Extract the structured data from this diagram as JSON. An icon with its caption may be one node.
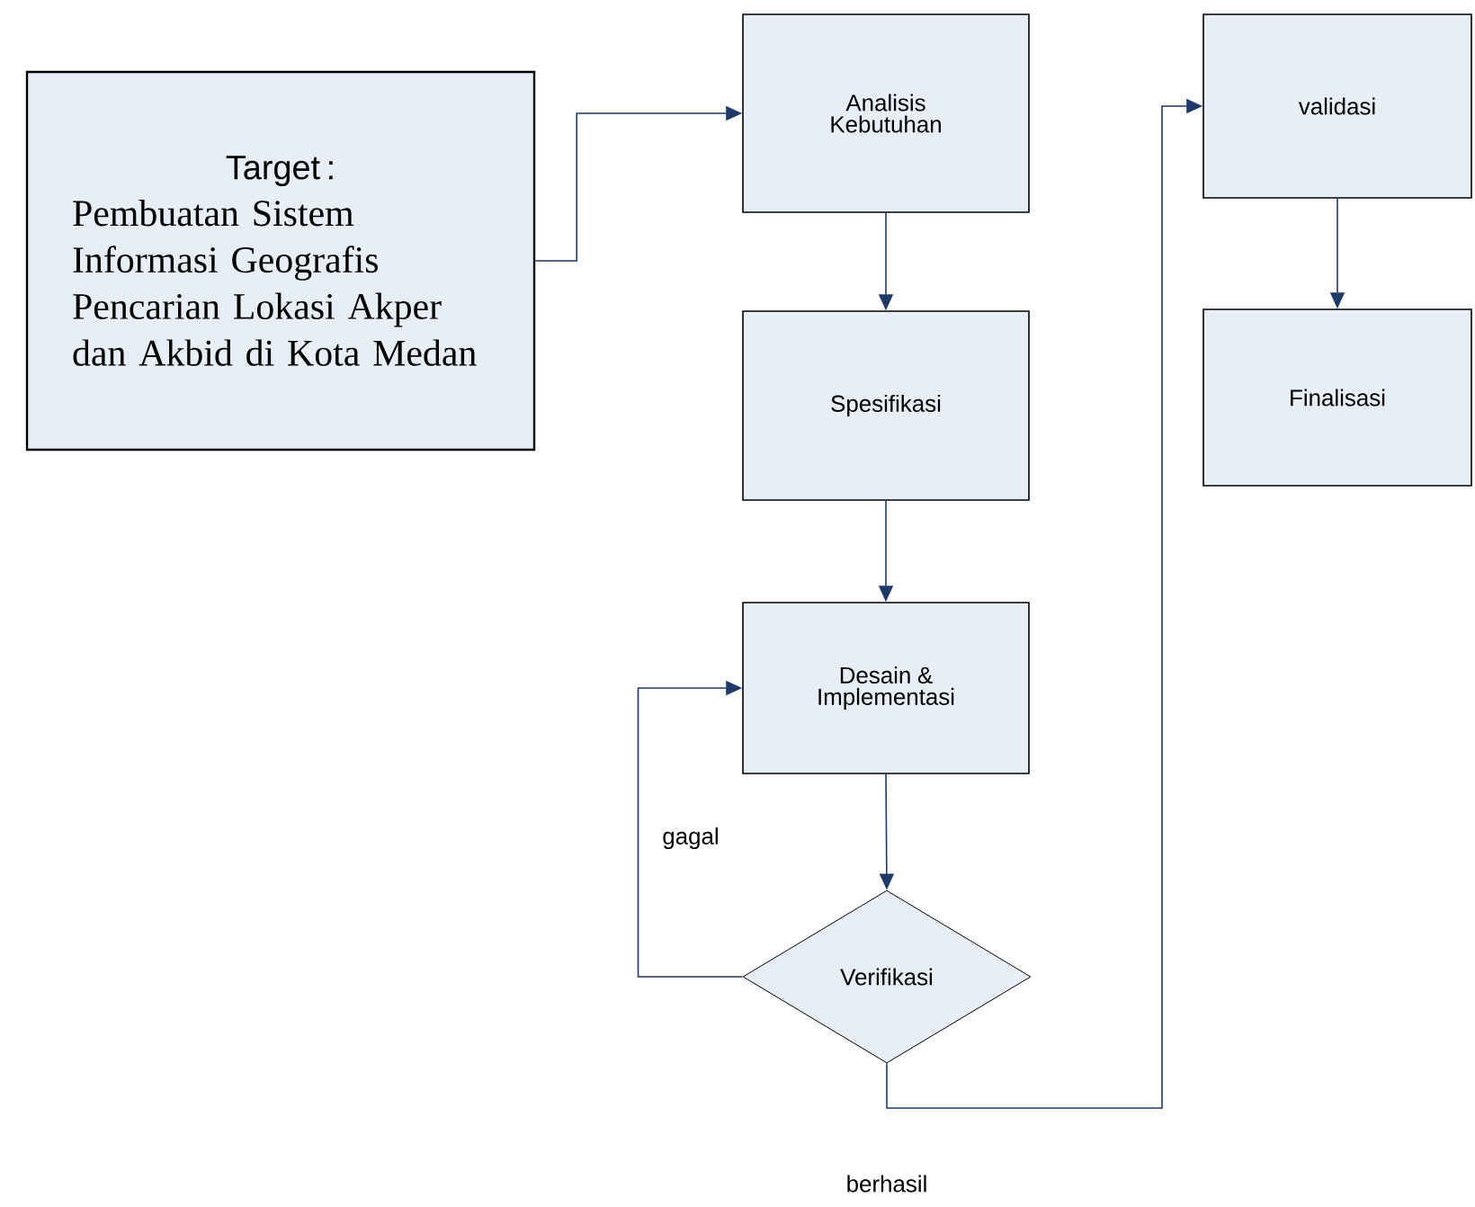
{
  "diagram": {
    "nodes": [
      {
        "text": [
          "Target :",
          "Pembuatan Sistem Informasi Geografis Pencarian Lokasi Akper dan Akbid di Kota Medan"
        ]
      },
      {
        "text": [
          "Analisis Kebutuhan"
        ]
      },
      {
        "text": [
          "Spesifikasi"
        ]
      },
      {
        "text": [
          "Desain & Implementasi"
        ]
      },
      {
        "text": [
          "Verifikasi"
        ]
      },
      {
        "text": [
          "validasi"
        ]
      },
      {
        "text": [
          "Finalisasi"
        ]
      }
    ],
    "edges": [
      {
        "from": 0,
        "to": 1,
        "arrow": "to"
      },
      {
        "from": 1,
        "to": 2,
        "arrow": "to"
      },
      {
        "from": 2,
        "to": 3,
        "arrow": "to"
      },
      {
        "from": 3,
        "to": 4,
        "arrow": "to"
      },
      {
        "from": 4,
        "to": 3,
        "arrow": "to",
        "label": "gagal"
      },
      {
        "from": 4,
        "to": 5,
        "arrow": "to",
        "label": "berhasil"
      },
      {
        "from": 5,
        "to": 6,
        "arrow": "to"
      }
    ]
  }
}
